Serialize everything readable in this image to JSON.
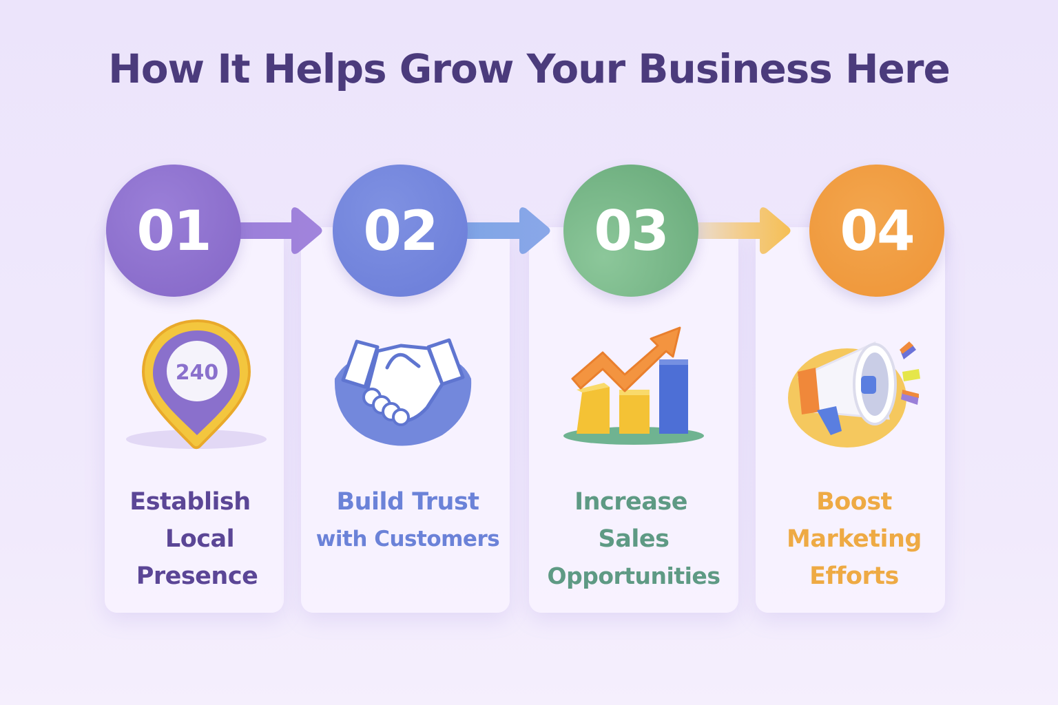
{
  "title": "How It Helps Grow Your Business Here",
  "colors": {
    "title": "#4b3b7c",
    "step1": "#8b6fcf",
    "step2": "#7285dd",
    "step3": "#6aa97b",
    "step4": "#f0a040",
    "background": "#eee6fb"
  },
  "steps": [
    {
      "number": "01",
      "icon": "map-pin-icon",
      "icon_text": "240",
      "lines": [
        "Establish",
        "Local",
        "Presence"
      ],
      "color": "#5b4696"
    },
    {
      "number": "02",
      "icon": "handshake-icon",
      "lines": [
        "Build Trust",
        "with Customers"
      ],
      "color": "#6b82d8"
    },
    {
      "number": "03",
      "icon": "growth-chart-icon",
      "lines": [
        "Increase",
        "Sales",
        "Opportunities"
      ],
      "color": "#5e9a84"
    },
    {
      "number": "04",
      "icon": "megaphone-icon",
      "lines": [
        "Boost",
        "Marketing",
        "Efforts"
      ],
      "color": "#eeaa44"
    }
  ]
}
